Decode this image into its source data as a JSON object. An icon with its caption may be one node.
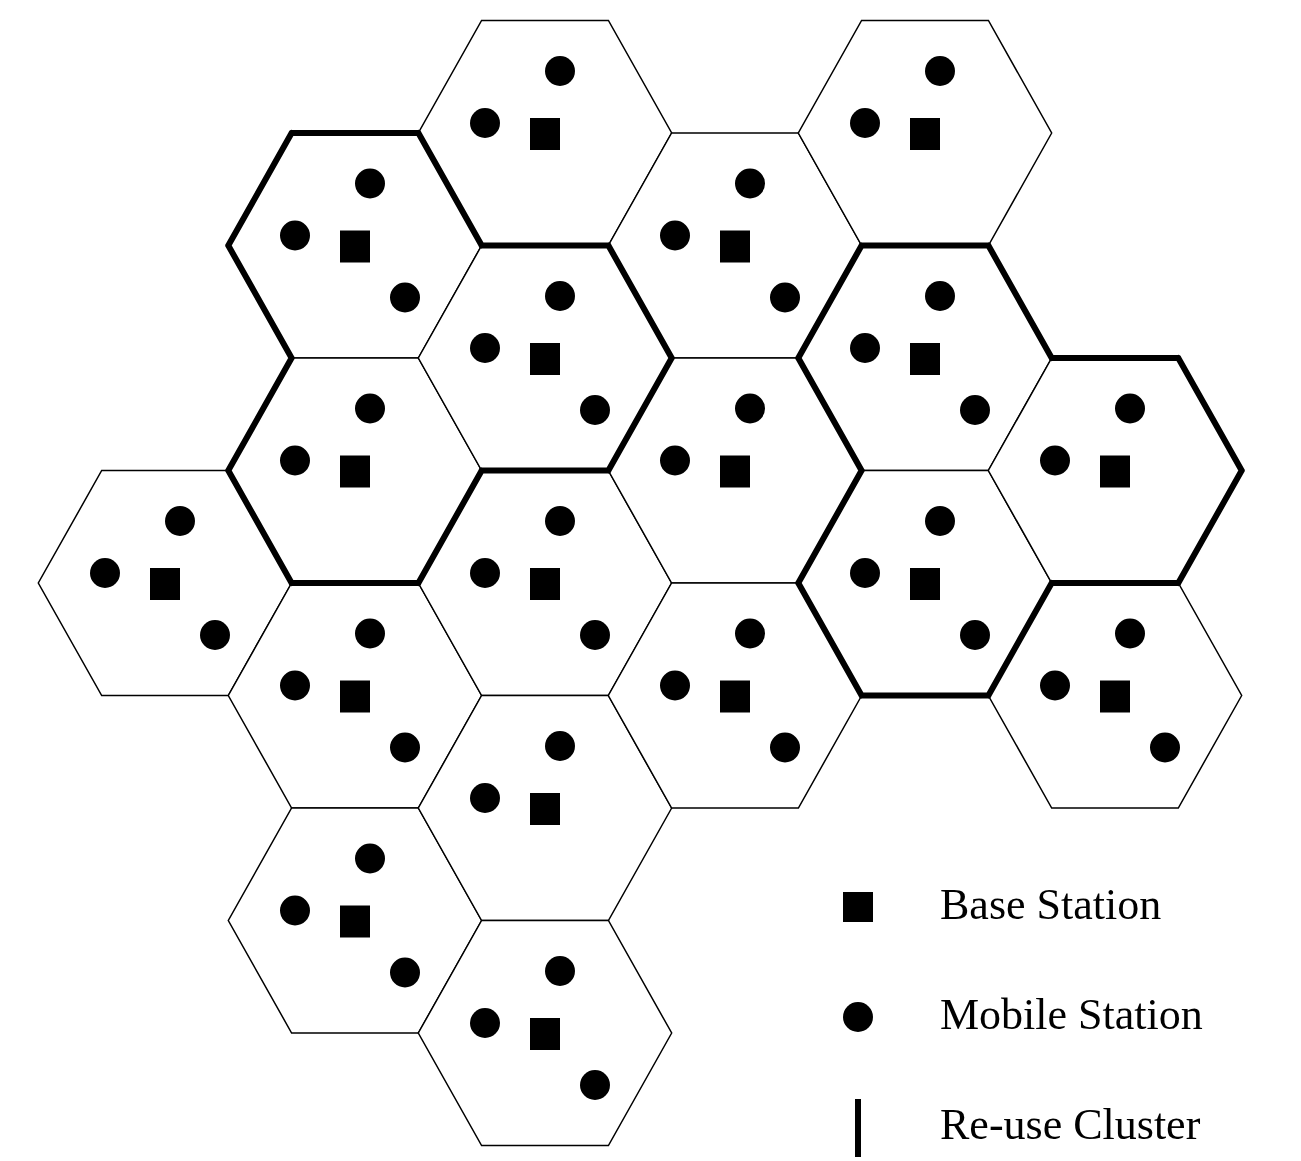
{
  "diagram": {
    "legend": [
      {
        "text": "Base Station"
      },
      {
        "text": "Mobile Station"
      },
      {
        "text": "Re-use Cluster"
      }
    ]
  }
}
